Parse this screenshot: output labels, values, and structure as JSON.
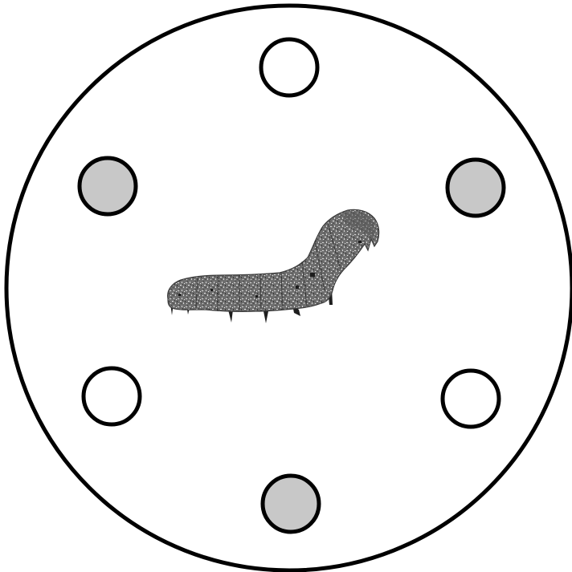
{
  "arena": {
    "border_color": "#000000",
    "fill_color": "#ffffff"
  },
  "wells": [
    {
      "id": "top",
      "state": "empty",
      "fill": "#ffffff"
    },
    {
      "id": "upper-right",
      "state": "filled",
      "fill": "#c8c8c8"
    },
    {
      "id": "lower-right",
      "state": "empty",
      "fill": "#ffffff"
    },
    {
      "id": "bottom",
      "state": "filled",
      "fill": "#c8c8c8"
    },
    {
      "id": "lower-left",
      "state": "empty",
      "fill": "#ffffff"
    },
    {
      "id": "upper-left",
      "state": "filled",
      "fill": "#c8c8c8"
    }
  ],
  "larva": {
    "icon": "caterpillar-icon",
    "body_color": "#6e6e6e",
    "highlight_color": "#d8d8d8",
    "shadow_color": "#2e2e2e"
  }
}
